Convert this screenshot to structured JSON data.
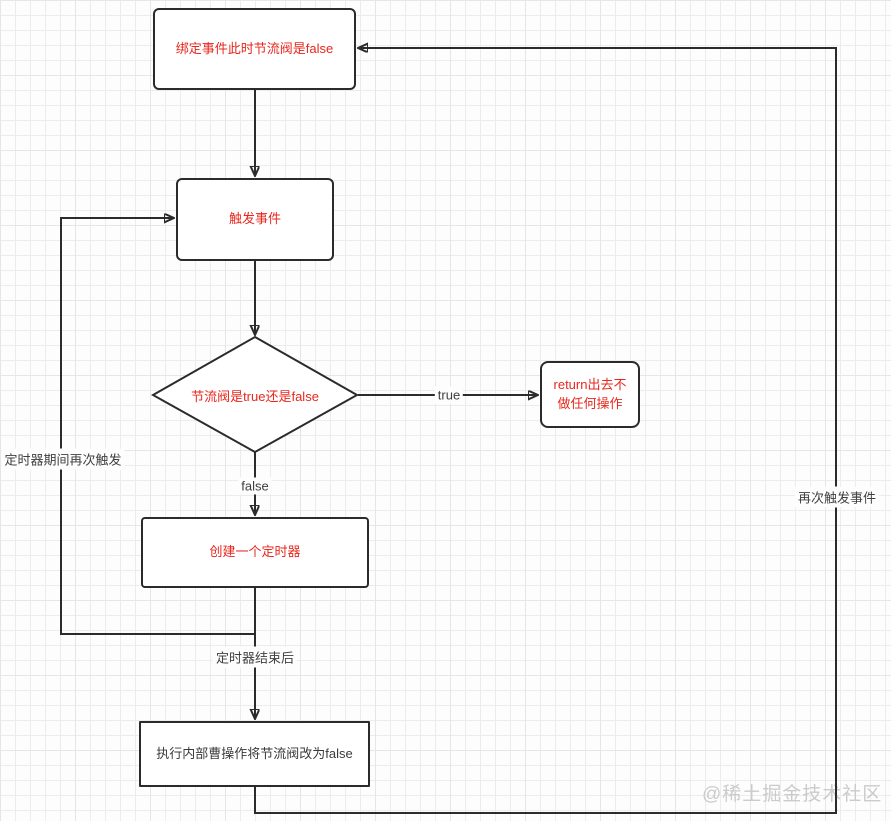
{
  "canvas": {
    "watermark": "@稀土掘金技术社区"
  },
  "colors": {
    "background": "#fdfdfd",
    "grid": "#ececec",
    "line": "#2b2b2b",
    "red_text": "#e8271e",
    "dark_text": "#3a3a3a",
    "watermark": "#cbcbcb"
  },
  "nodes": {
    "bind_event": {
      "label": "绑定事件此时节流阀是false"
    },
    "trigger_event": {
      "label": "触发事件"
    },
    "throttle_check": {
      "label": "节流阀是true还是false"
    },
    "return_box": {
      "label": "return出去不 做任何操作"
    },
    "create_timer": {
      "label": "创建一个定时器"
    },
    "execute_change": {
      "label": "执行内部曹操作将节流阀改为false"
    }
  },
  "edge_labels": {
    "true_branch": "true",
    "false_branch": "false",
    "timer_end": "定时器结束后",
    "retrigger_during_timer": "定时器期间再次触发",
    "retrigger_event": "再次触发事件"
  }
}
